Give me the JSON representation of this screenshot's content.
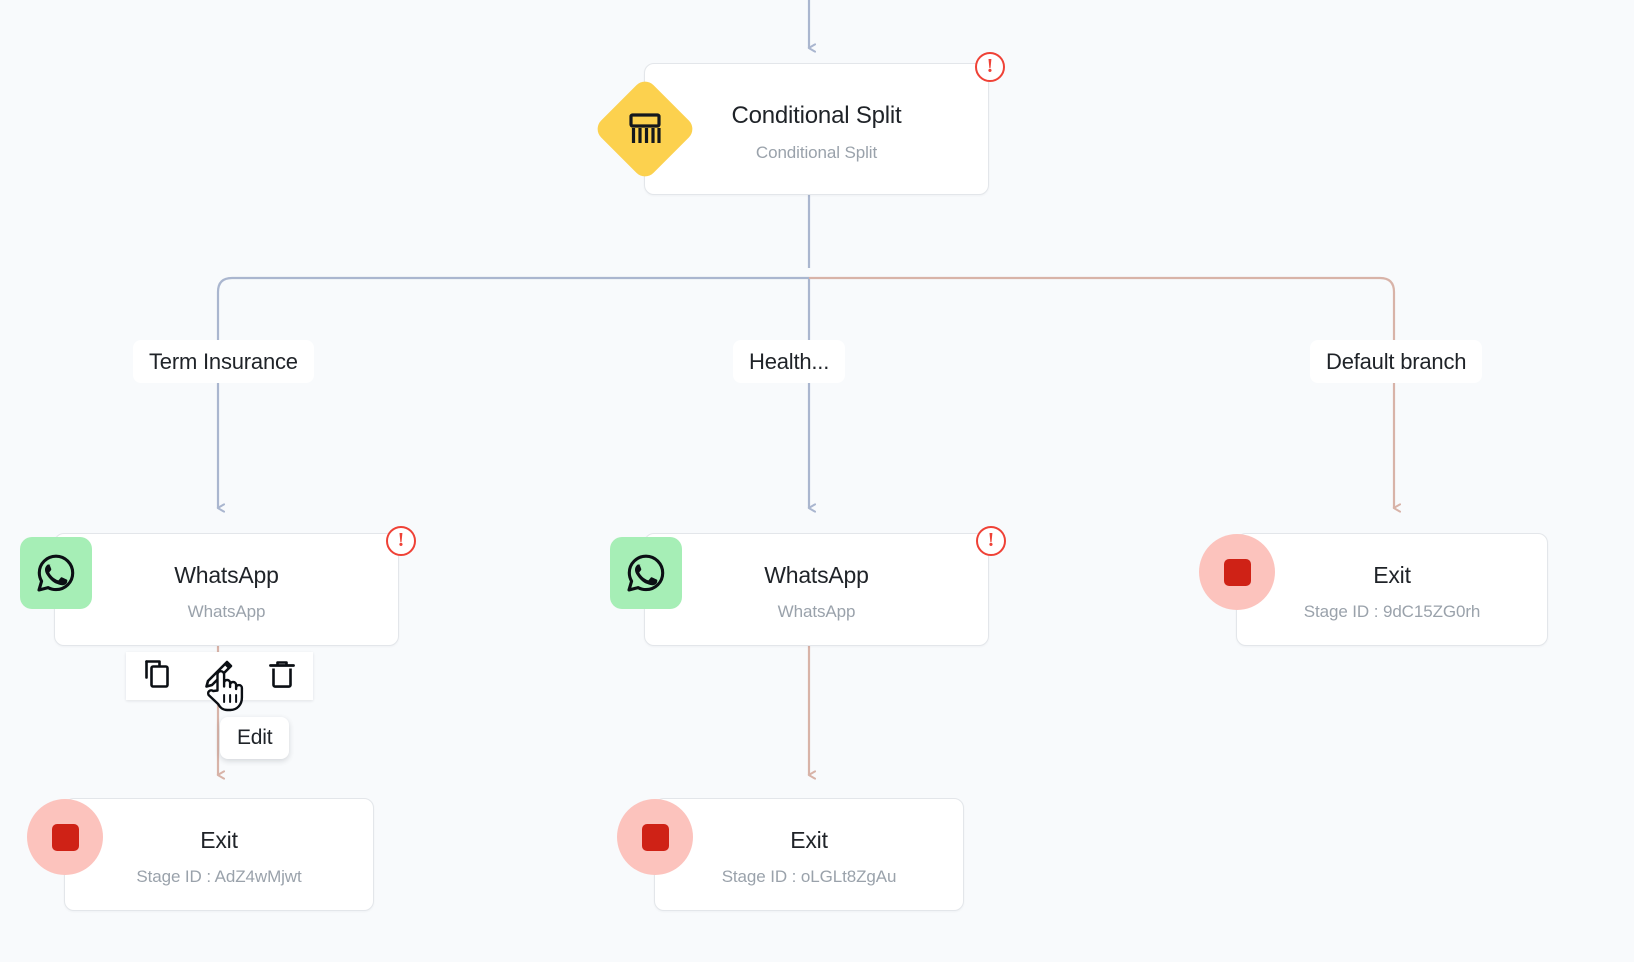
{
  "canvas": {
    "background_color": "#f8fafc",
    "edge_color": "#aab6cf",
    "default_edge_color": "#d8b3a8"
  },
  "nodes": [
    {
      "id": "conditional-split",
      "title": "Conditional Split",
      "subtitle": "Conditional Split",
      "icon": "conditional-split-icon",
      "icon_color": "#fcd14e",
      "has_error": true
    },
    {
      "id": "whatsapp-left",
      "title": "WhatsApp",
      "subtitle": "WhatsApp",
      "icon": "whatsapp-icon",
      "icon_color": "#a6eeb6",
      "has_error": true
    },
    {
      "id": "whatsapp-mid",
      "title": "WhatsApp",
      "subtitle": "WhatsApp",
      "icon": "whatsapp-icon",
      "icon_color": "#a6eeb6",
      "has_error": true
    },
    {
      "id": "exit-left",
      "title": "Exit",
      "subtitle": "Stage ID : AdZ4wMjwt",
      "icon": "stop-icon",
      "icon_color": "#fcc3bd",
      "has_error": false
    },
    {
      "id": "exit-mid",
      "title": "Exit",
      "subtitle": "Stage ID : oLGLt8ZgAu",
      "icon": "stop-icon",
      "icon_color": "#fcc3bd",
      "has_error": false
    },
    {
      "id": "exit-right",
      "title": "Exit",
      "subtitle": "Stage ID : 9dC15ZG0rh",
      "icon": "stop-icon",
      "icon_color": "#fcc3bd",
      "has_error": false
    }
  ],
  "branches": [
    {
      "label": "Term Insurance"
    },
    {
      "label": "Health..."
    },
    {
      "label": "Default branch"
    }
  ],
  "action_bar": {
    "buttons": [
      {
        "name": "duplicate",
        "icon": "copy-icon"
      },
      {
        "name": "edit",
        "icon": "pencil-icon"
      },
      {
        "name": "delete",
        "icon": "trash-icon"
      }
    ]
  },
  "tooltip": {
    "text": "Edit"
  },
  "cursor": {
    "type": "pointer-hand-cursor"
  }
}
